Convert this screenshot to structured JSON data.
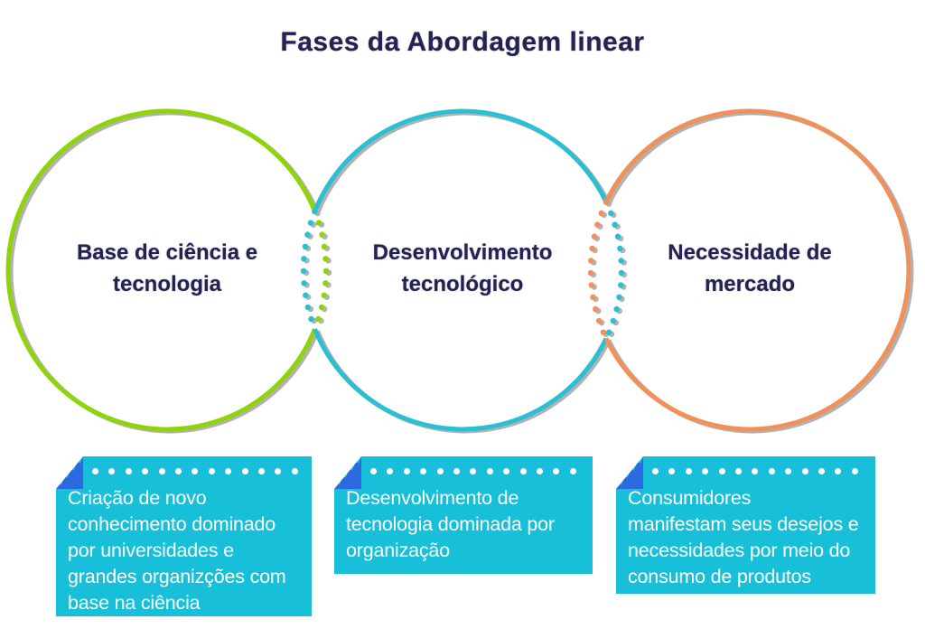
{
  "title": "Fases da Abordagem linear",
  "colors": {
    "title_navy": "#232251",
    "circle_green": "#8FD40A",
    "circle_teal": "#2BBFD2",
    "circle_orange": "#F0915B",
    "card_cyan": "#17C0D8",
    "fold_blue": "#2C68E0",
    "shadow_gray": "#ACACAC",
    "card_text_white": "#FFFFFF"
  },
  "phases": [
    {
      "id": "science-base",
      "circle_label": "Base de ciência e\ntecnologia",
      "circle_color": "#8FD40A",
      "note": "Criação de novo\nconhecimento dominado\npor universidades e\ngrandes organizções com\nbase na ciência"
    },
    {
      "id": "tech-development",
      "circle_label": "Desenvolvimento\ntecnológico",
      "circle_color": "#2BBFD2",
      "note": "Desenvolvimento de\ntecnologia dominada por\norganização"
    },
    {
      "id": "market-need",
      "circle_label": "Necessidade de\nmercado",
      "circle_color": "#F0915B",
      "note": "Consumidores\nmanifestam seus desejos e\nnecessidades por meio do\nconsumo de produtos"
    }
  ],
  "decor": {
    "note_dots_count": 13
  }
}
